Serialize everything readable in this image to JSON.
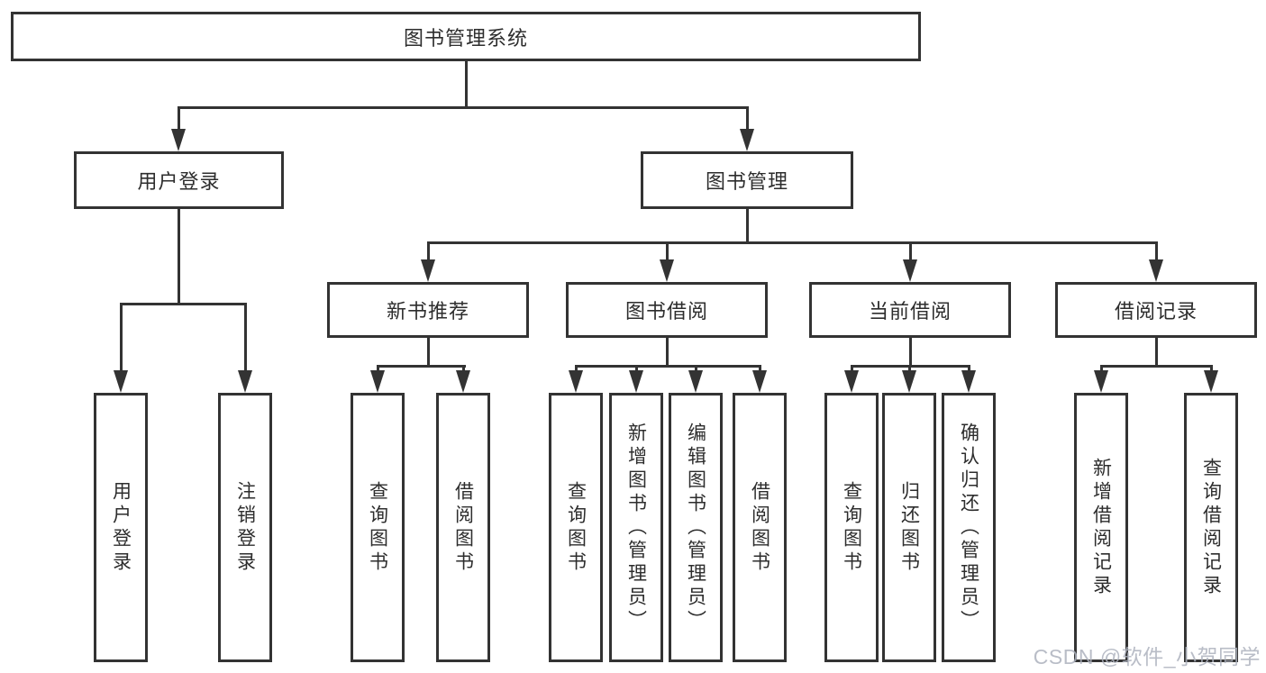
{
  "diagram": {
    "title_node": "图书管理系统",
    "level2": {
      "user_login": "用户登录",
      "book_management": "图书管理"
    },
    "level3": {
      "new_book": "新书推荐",
      "book_borrow": "图书借阅",
      "current_borrow": "当前借阅",
      "borrow_records": "借阅记录"
    },
    "leaves": {
      "user_login": [
        "用户登录",
        "注销登录"
      ],
      "new_book": [
        "查询图书",
        "借阅图书"
      ],
      "book_borrow": [
        "查询图书",
        "新增图书（管理员）",
        "编辑图书（管理员）",
        "借阅图书"
      ],
      "current_borrow": [
        "查询图书",
        "归还图书",
        "确认归还（管理员）"
      ],
      "borrow_records": [
        "新增借阅记录",
        "查询借阅记录"
      ]
    }
  },
  "watermark": {
    "text": "CSDN @软件_小贺同学"
  },
  "colors": {
    "line": "#333333",
    "text": "#2d2d2d",
    "background": "#ffffff",
    "watermark": "#adb2bd"
  }
}
